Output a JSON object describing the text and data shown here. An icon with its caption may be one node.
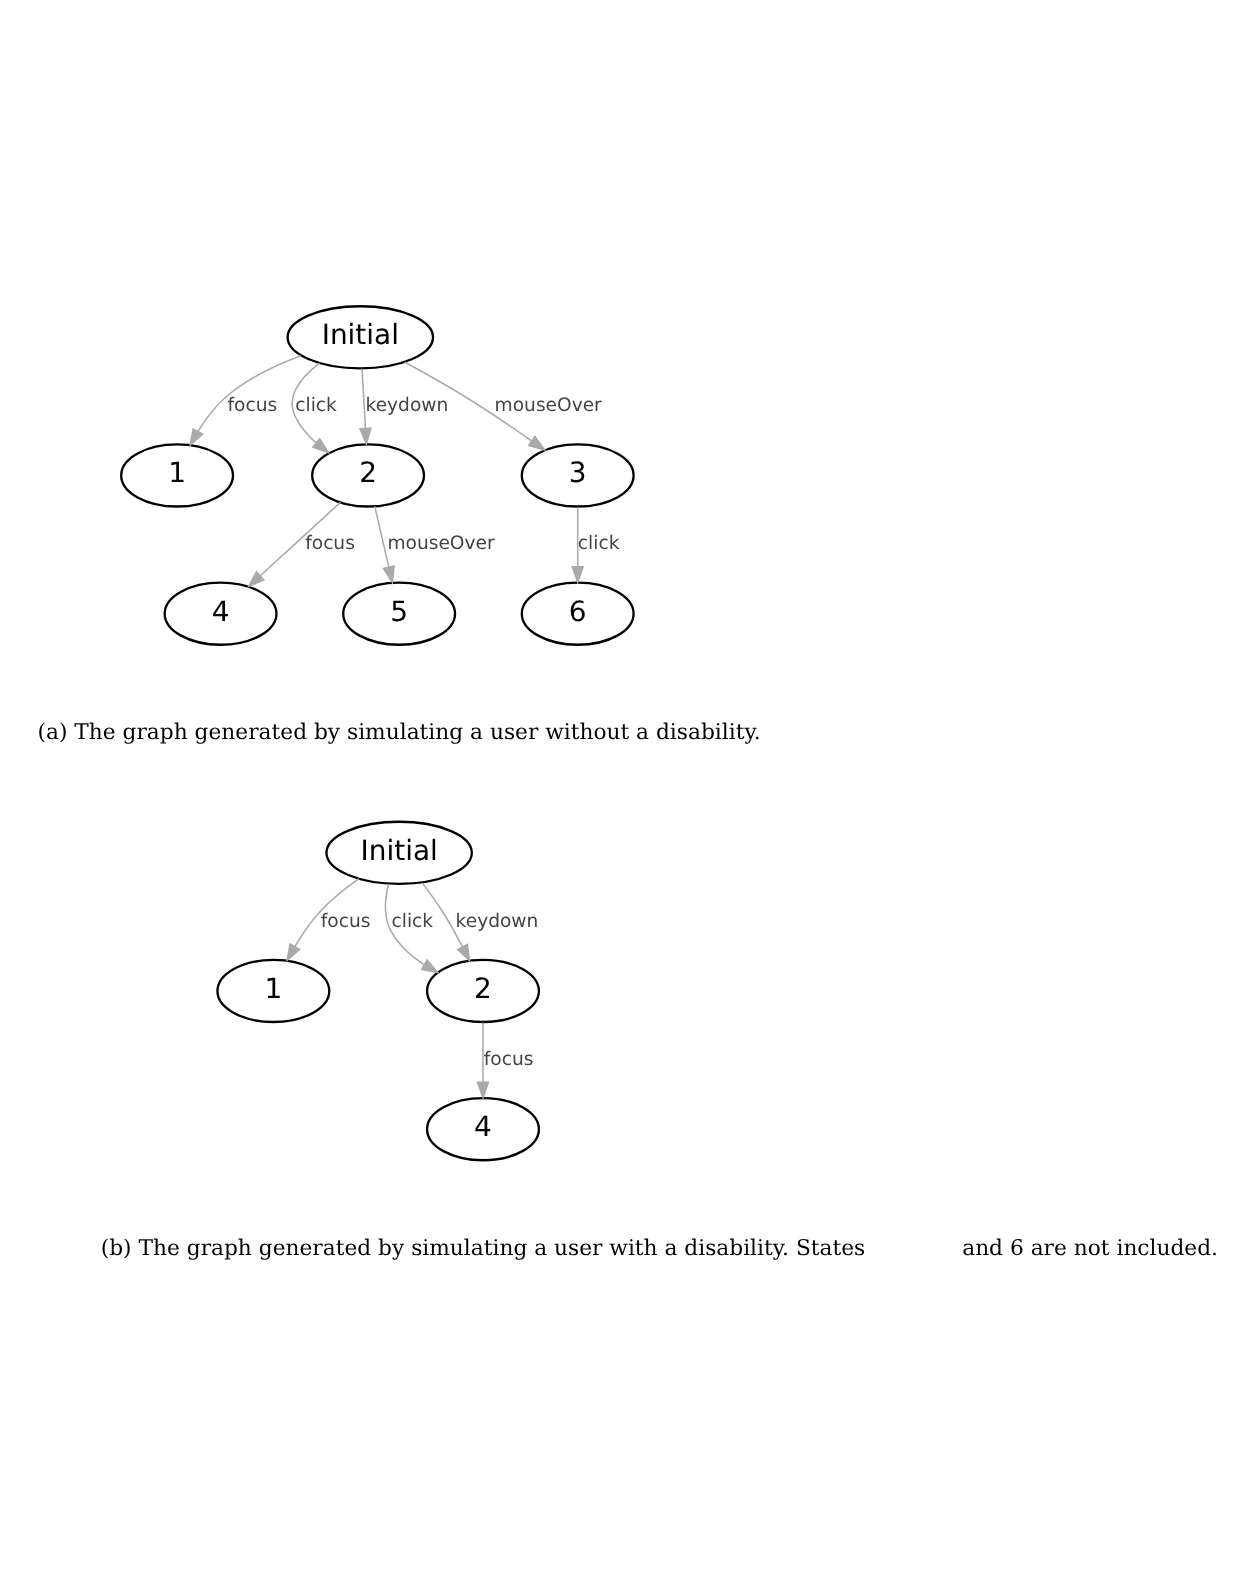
{
  "diagram": {
    "nodes": [
      {
        "text": [
          "Initial"
        ]
      },
      {
        "text": [
          "1"
        ]
      },
      {
        "text": [
          "2"
        ]
      },
      {
        "text": [
          "3"
        ]
      },
      {
        "text": [
          "4"
        ]
      },
      {
        "text": [
          "5"
        ]
      },
      {
        "text": [
          "6"
        ]
      },
      {
        "text": [
          "Initial"
        ]
      },
      {
        "text": [
          "1"
        ]
      },
      {
        "text": [
          "2"
        ]
      },
      {
        "text": [
          "4"
        ]
      }
    ],
    "edges": [
      {
        "from": 0,
        "to": 1,
        "arrow": "to",
        "label": "focus"
      },
      {
        "from": 0,
        "to": 2,
        "arrow": "to",
        "label": "click"
      },
      {
        "from": 0,
        "to": 2,
        "arrow": "to",
        "label": "keydown"
      },
      {
        "from": 0,
        "to": 3,
        "arrow": "to",
        "label": "mouseOver"
      },
      {
        "from": 2,
        "to": 4,
        "arrow": "to",
        "label": "focus"
      },
      {
        "from": 2,
        "to": 5,
        "arrow": "to",
        "label": "mouseOver"
      },
      {
        "from": 3,
        "to": 6,
        "arrow": "to",
        "label": "click"
      },
      {
        "from": 7,
        "to": 8,
        "arrow": "to",
        "label": "focus"
      },
      {
        "from": 7,
        "to": 9,
        "arrow": "to",
        "label": "click"
      },
      {
        "from": 7,
        "to": 9,
        "arrow": "to",
        "label": "keydown"
      },
      {
        "from": 9,
        "to": 10,
        "arrow": "to",
        "label": "focus"
      }
    ],
    "labels": [
      "(a) The graph generated by simulating a user without a disability.",
      "(b) The graph generated by simulating a user with a disability. States",
      "and 6 are not included."
    ]
  }
}
